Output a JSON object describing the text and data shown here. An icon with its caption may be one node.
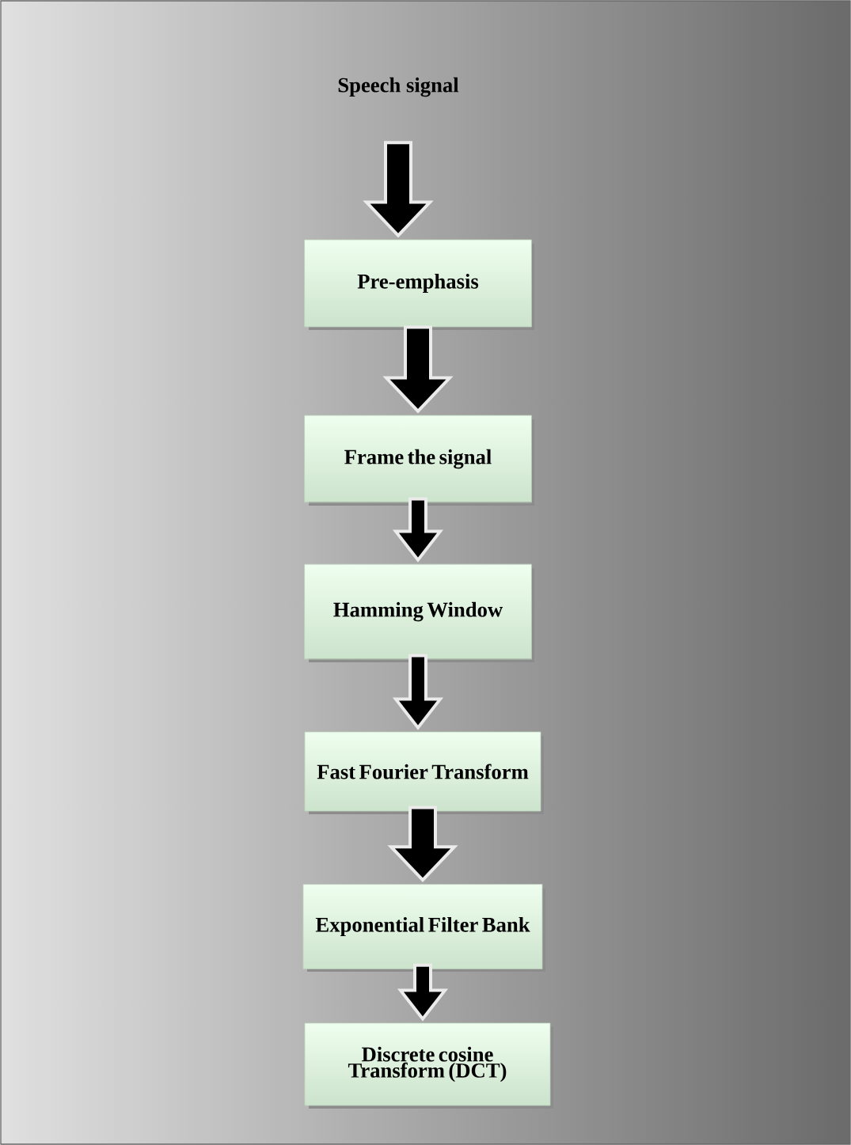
{
  "diagram": {
    "nodes": [
      {
        "text": [
          "Speech signal"
        ]
      },
      {
        "text": [
          "Pre-emphasis"
        ]
      },
      {
        "text": [
          "Frame the signal"
        ]
      },
      {
        "text": [
          "Hamming Window"
        ]
      },
      {
        "text": [
          "Fast Fourier Transform"
        ]
      },
      {
        "text": [
          "Exponential Filter Bank"
        ]
      },
      {
        "text": [
          "Discrete cosine Transform (DCT)"
        ]
      }
    ],
    "edges": [
      {
        "from": 0,
        "to": 1,
        "arrow": "to",
        "style": "thick"
      },
      {
        "from": 1,
        "to": 2,
        "arrow": "to",
        "style": "thick"
      },
      {
        "from": 2,
        "to": 3,
        "arrow": "to"
      },
      {
        "from": 3,
        "to": 4,
        "arrow": "to"
      },
      {
        "from": 4,
        "to": 5,
        "arrow": "to",
        "style": "thick"
      },
      {
        "from": 5,
        "to": 6,
        "arrow": "to"
      }
    ]
  }
}
